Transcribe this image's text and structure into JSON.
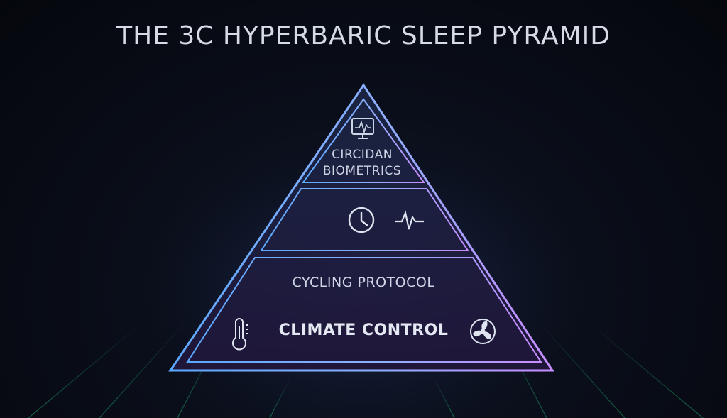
{
  "title": "THE 3C HYPERBARIC SLEEP PYRAMID",
  "tiers": {
    "top": {
      "line1": "CIRCIDAN",
      "line2": "BIOMETRICS",
      "icon": "monitor-heartbeat-icon"
    },
    "middle": {
      "icons": [
        "clock-icon",
        "pulse-icon"
      ]
    },
    "base": {
      "upper_label": "CYCLING PROTOCOL",
      "lower_label": "CLIMATE CONTROL",
      "icons": [
        "thermometer-icon",
        "fan-icon"
      ]
    }
  },
  "colors": {
    "background": "#05070d",
    "outline_left": "#5aa8ff",
    "outline_right": "#c88cff",
    "grid": "#1fa86a",
    "text": "#d6dbe6"
  }
}
